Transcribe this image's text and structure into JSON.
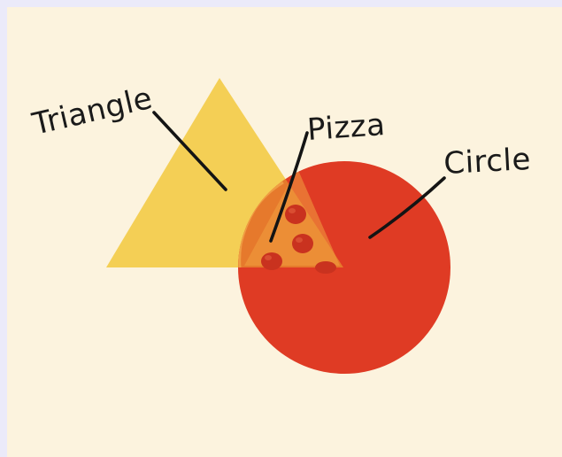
{
  "diagram": {
    "type": "venn",
    "sets": [
      {
        "label": "Triangle",
        "color": "#f4cf55"
      },
      {
        "label": "Circle",
        "color": "#df3b24"
      }
    ],
    "intersection": {
      "label": "Pizza",
      "crust_color": "#e8812f",
      "cheese_color": "#f09a3c",
      "pepperoni_color": "#c8321f"
    }
  },
  "colors": {
    "background": "#fcf3de",
    "border": "#ebeaf9",
    "ink": "#141414"
  }
}
